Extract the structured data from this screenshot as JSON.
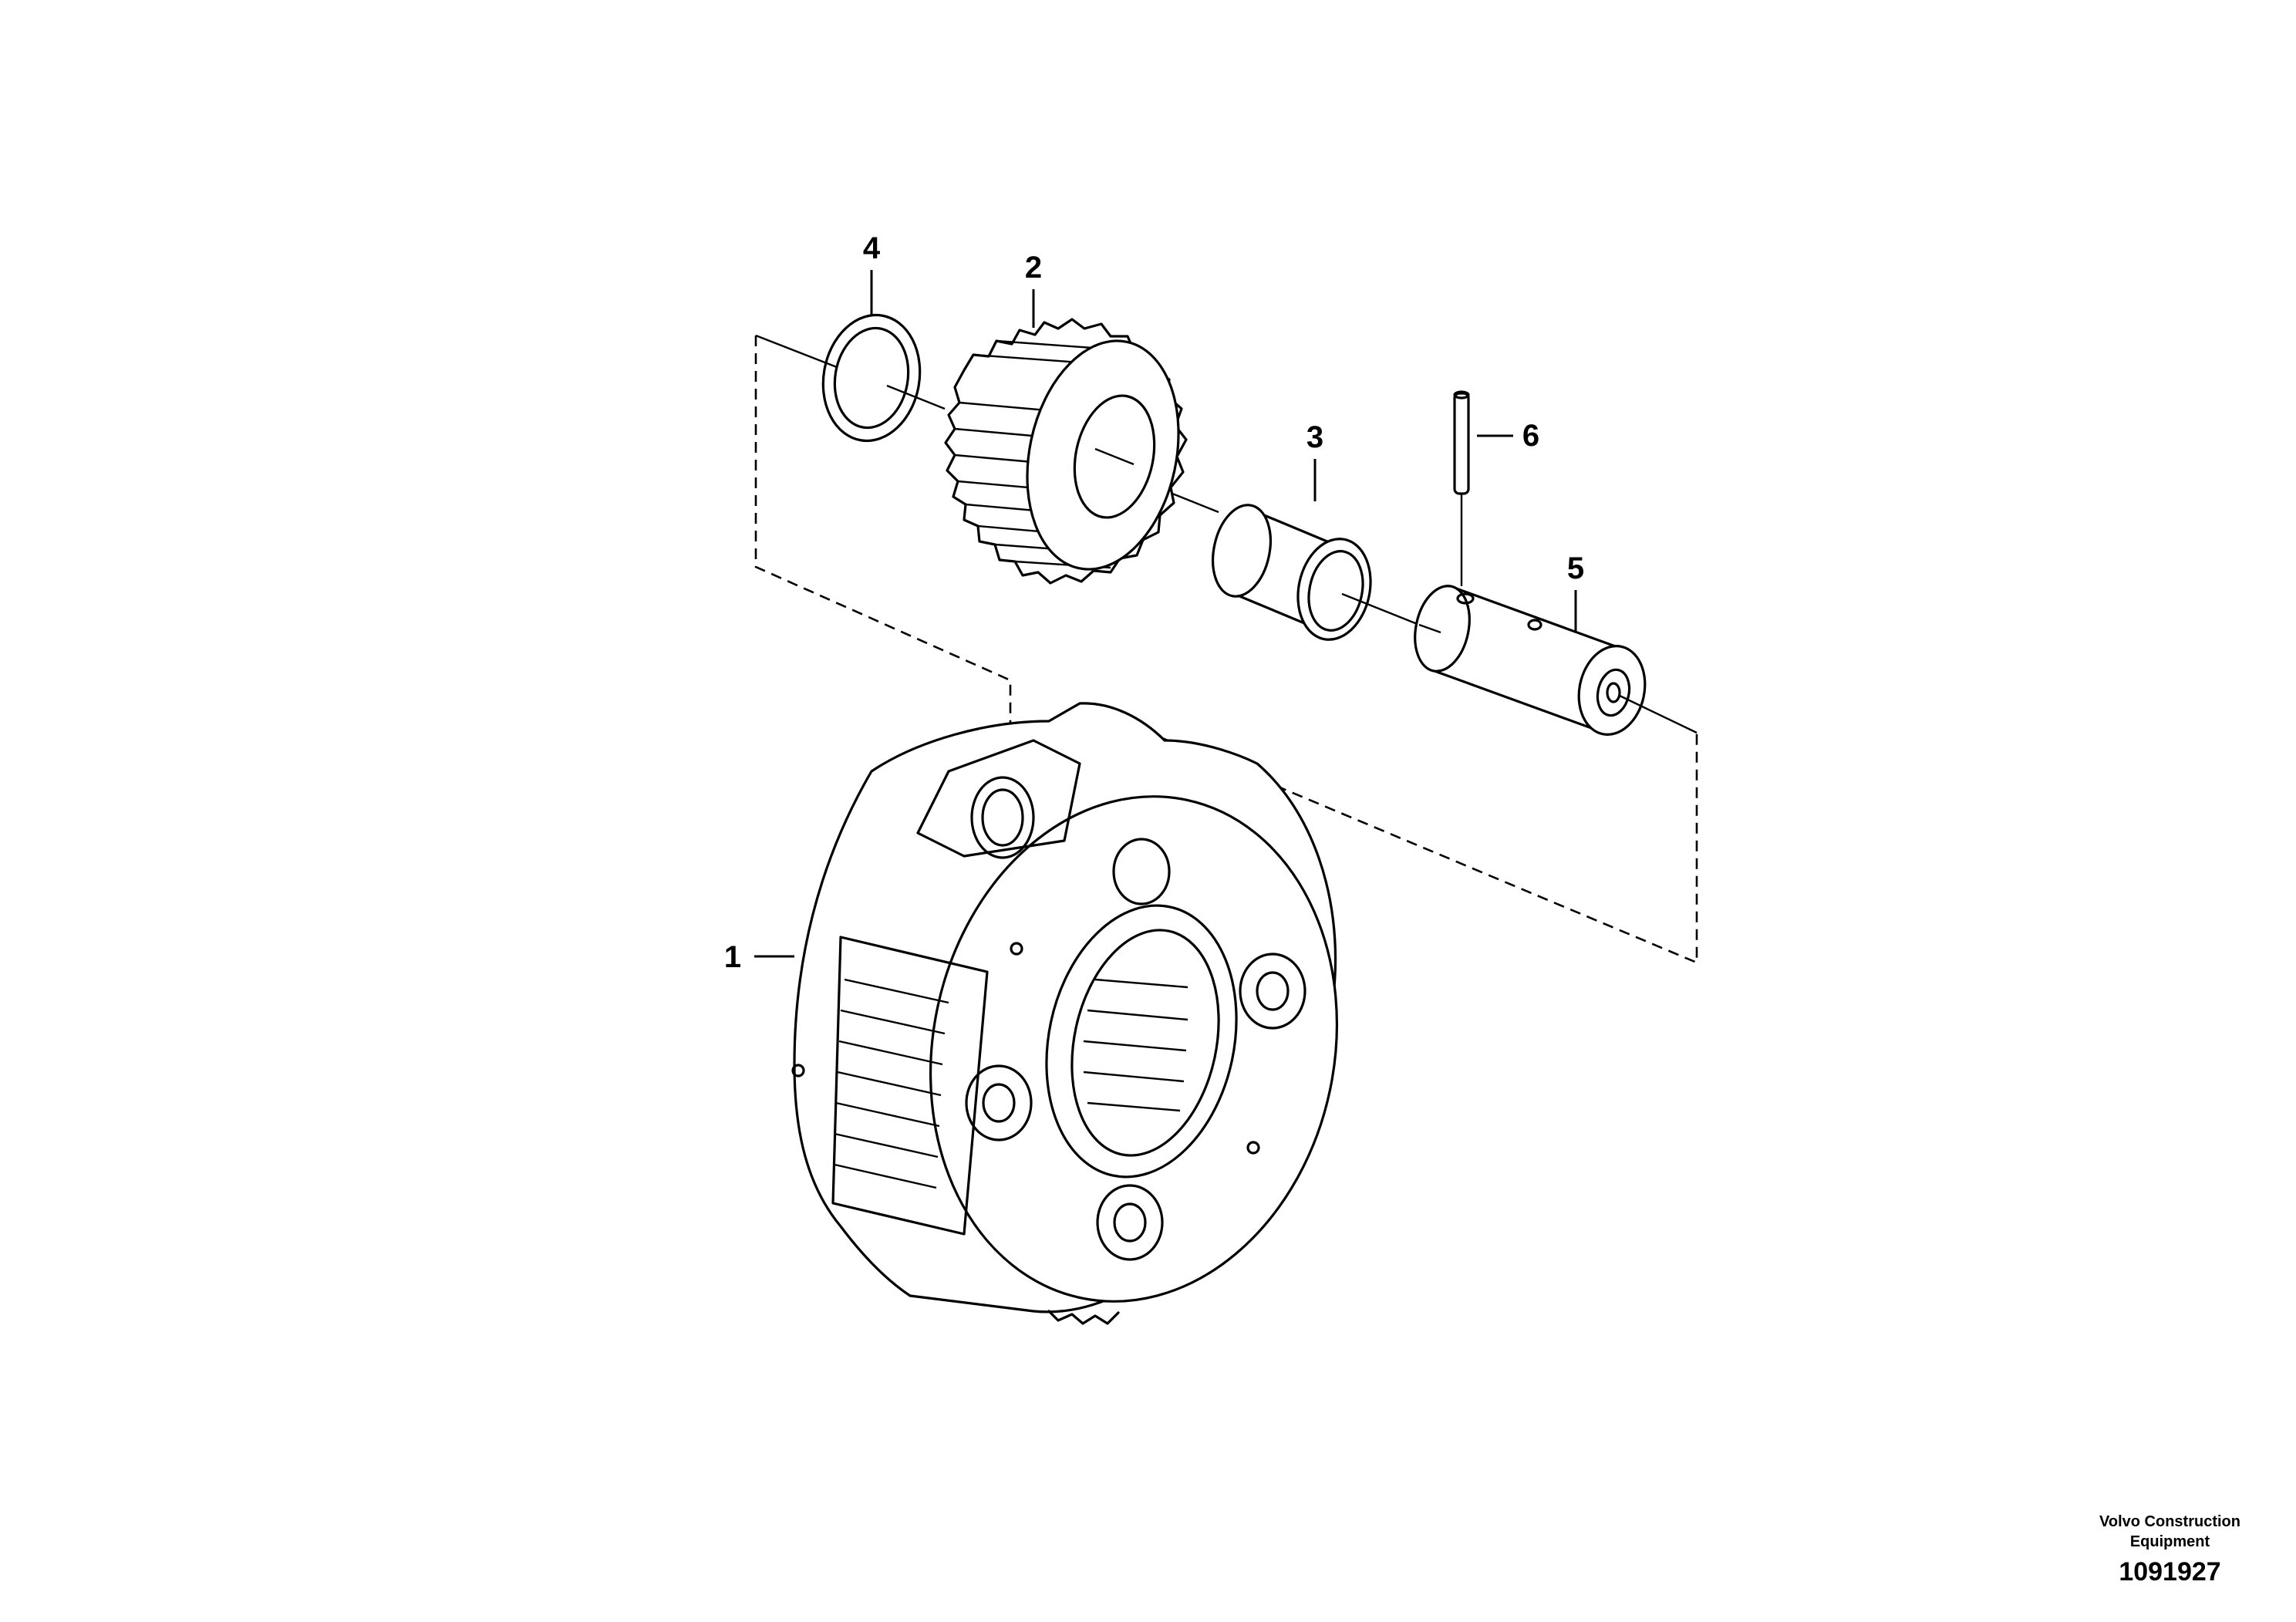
{
  "callouts": {
    "c1": "1",
    "c2": "2",
    "c3": "3",
    "c4": "4",
    "c5": "5",
    "c6": "6"
  },
  "footer": {
    "brand_line1": "Volvo Construction",
    "brand_line2": "Equipment",
    "drawing_number": "1091927"
  }
}
